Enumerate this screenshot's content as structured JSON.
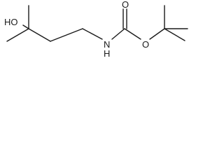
{
  "structure": {
    "atoms": {
      "hydroxyl": "HO",
      "amine": "N",
      "amine_h": "H",
      "ester_oxygen": "O",
      "carbonyl_oxygen": "O"
    },
    "colors": {
      "bond": "#1a1a1a",
      "label": "#1a1a1a",
      "background": "#ffffff"
    }
  }
}
